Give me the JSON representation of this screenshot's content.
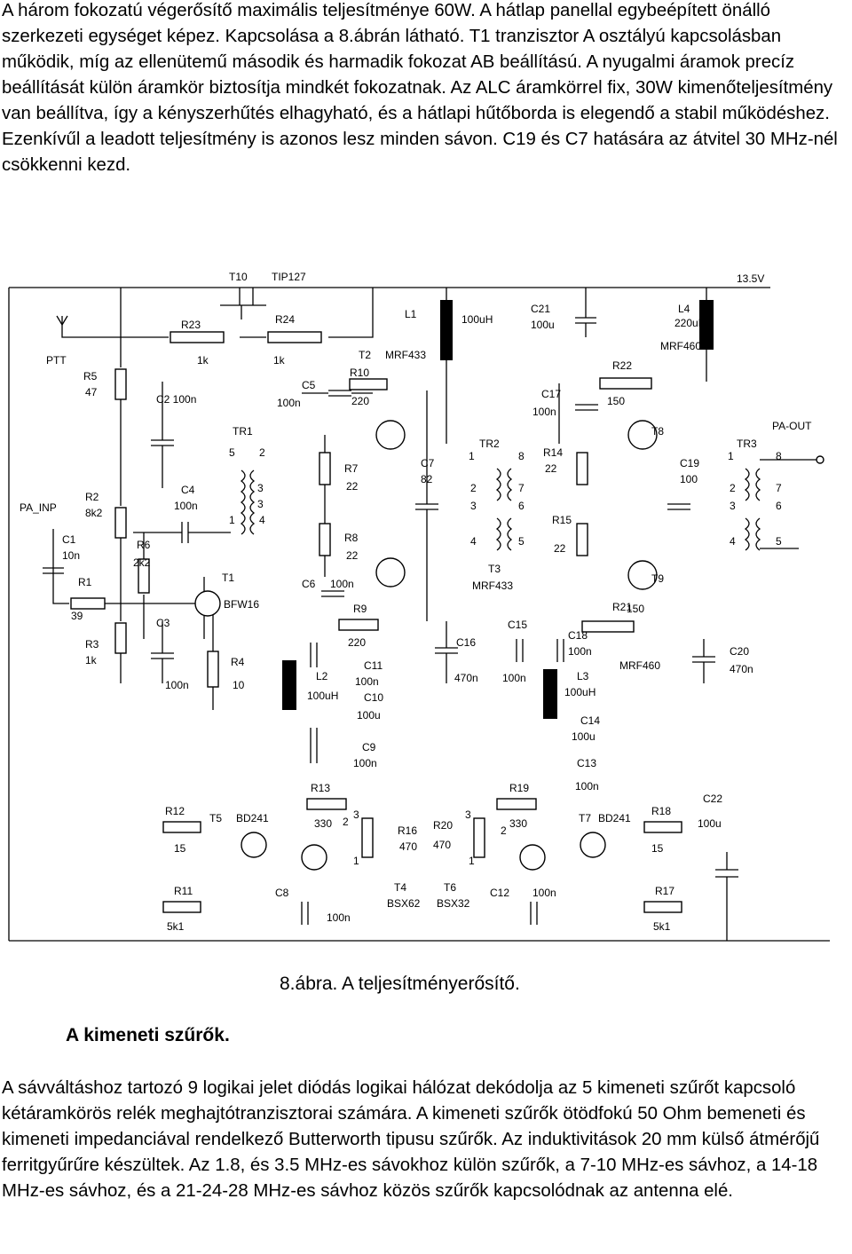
{
  "intro_text": "A három fokozatú végerősítő maximális teljesítménye 60W.  A hátlap panellal egybeépített önálló szerkezeti egységet képez. Kapcsolása a 8.ábrán látható. T1 tranzisztor A osztályú kapcsolásban működik, míg az ellenütemű második és harmadik fokozat AB beállítású. A nyugalmi áramok precíz beállítását külön áramkör biztosítja mindkét fokozatnak.  Az ALC áramkörrel fix, 30W kimenőteljesítmény van beállítva, így a kényszerhűtés elhagyható, és a hátlapi hűtőborda is elegendő a stabil működéshez. Ezenkívűl a leadott teljesítmény is azonos lesz minden sávon. C19 és C7 hatására az átvitel 30 MHz-nél csökkenni kezd.",
  "figure_caption": "8.ábra. A teljesítményerősítő.",
  "section_heading": "A kimeneti szűrők.",
  "body_text": "A sávváltáshoz tartozó 9 logikai jelet diódás logikai hálózat dekódolja az 5 kimeneti szűrőt kapcsoló kétáramkörös relék meghajtótranzisztorai számára. A kimeneti szűrők ötödfokú 50 Ohm bemeneti és kimeneti impedanciával rendelkező Butterworth tipusu szűrők. Az induktivitások 20 mm külső átmérőjű ferritgyűrűre készültek. Az 1.8, és 3.5 MHz-es sávokhoz külön szűrők,  a 7-10 MHz-es sávhoz, a 14-18 MHz-es sávhoz, és a 21-24-28 MHz-es sávhoz közös szűrők kapcsolódnak az antenna elé.",
  "schematic": {
    "supply": "13.5V",
    "ports": {
      "ptt": "PTT",
      "pa_inp": "PA_INP",
      "pa_out": "PA-OUT"
    },
    "transistors": {
      "t1": "T1",
      "t1_type": "BFW16",
      "t2": "T2",
      "t2_type": "MRF433",
      "t3": "T3",
      "t3_type": "MRF433",
      "t4": "T4",
      "t4_type": "BSX62",
      "t5": "T5",
      "t5_type": "BD241",
      "t6": "T6",
      "t6_type": "BSX32",
      "t7": "T7",
      "t7_type": "BD241",
      "t8": "T8",
      "t8_type": "MRF460",
      "t9": "T9",
      "t9_type": "MRF460",
      "t10": "T10",
      "t10_type": "TIP127"
    },
    "transformers": {
      "tr1": "TR1",
      "tr2": "TR2",
      "tr3": "TR3",
      "pins": [
        "1",
        "2",
        "3",
        "4",
        "5",
        "6",
        "7",
        "8"
      ]
    },
    "resistors": {
      "r1": "R1",
      "r1_v": "39",
      "r2": "R2",
      "r2_v": "8k2",
      "r3": "R3",
      "r3_v": "1k",
      "r4": "R4",
      "r4_v": "10",
      "r5": "R5",
      "r5_v": "47",
      "r6": "R6",
      "r6_v": "2k2",
      "r7": "R7",
      "r7_v": "22",
      "r8": "R8",
      "r8_v": "22",
      "r9": "R9",
      "r9_v": "220",
      "r10": "R10",
      "r10_v": "220",
      "r11": "R11",
      "r11_v": "5k1",
      "r12": "R12",
      "r12_v": "15",
      "r13": "R13",
      "r13_v": "330",
      "r14": "R14",
      "r14_v": "22",
      "r15": "R15",
      "r15_v": "22",
      "r16": "R16",
      "r16_v": "470",
      "r17": "R17",
      "r17_v": "5k1",
      "r18": "R18",
      "r18_v": "15",
      "r19": "R19",
      "r19_v": "330",
      "r20": "R20",
      "r20_v": "470",
      "r21": "R21",
      "r21_v": "150",
      "r22": "R22",
      "r22_v": "150",
      "r23": "R23",
      "r23_v": "1k",
      "r24": "R24",
      "r24_v": "1k"
    },
    "capacitors": {
      "c1": "C1",
      "c1_v": "10n",
      "c2": "C2 100n",
      "c3": "C3",
      "c3_v": "100n",
      "c4": "C4",
      "c4_v": "100n",
      "c5": "C5",
      "c5_v": "100n",
      "c6": "C6",
      "c6_v": "100n",
      "c7": "C7",
      "c7_v": "82",
      "c8": "C8",
      "c8_v": "100n",
      "c9": "C9",
      "c9_v": "100n",
      "c10": "C10",
      "c10_v": "100u",
      "c11": "C11",
      "c11_v": "100n",
      "c12": "C12",
      "c12_v": "100n",
      "c13": "C13",
      "c13_v": "100n",
      "c14": "C14",
      "c14_v": "100u",
      "c15": "C15",
      "c15_v": "100n",
      "c16": "C16",
      "c16_v": "470n",
      "c17": "C17",
      "c17_v": "100n",
      "c18": "C18",
      "c18_v": "100n",
      "c19": "C19",
      "c19_v": "100",
      "c20": "C20",
      "c20_v": "470n",
      "c21": "C21",
      "c21_v": "100u",
      "c22": "C22",
      "c22_v": "100u"
    },
    "inductors": {
      "l1": "L1",
      "l1_v": "100uH",
      "l2": "L2",
      "l2_v": "100uH",
      "l3": "L3",
      "l3_v": "100uH",
      "l4": "L4",
      "l4_v": "220uH"
    },
    "pot_pins": [
      "1",
      "2",
      "3"
    ]
  }
}
